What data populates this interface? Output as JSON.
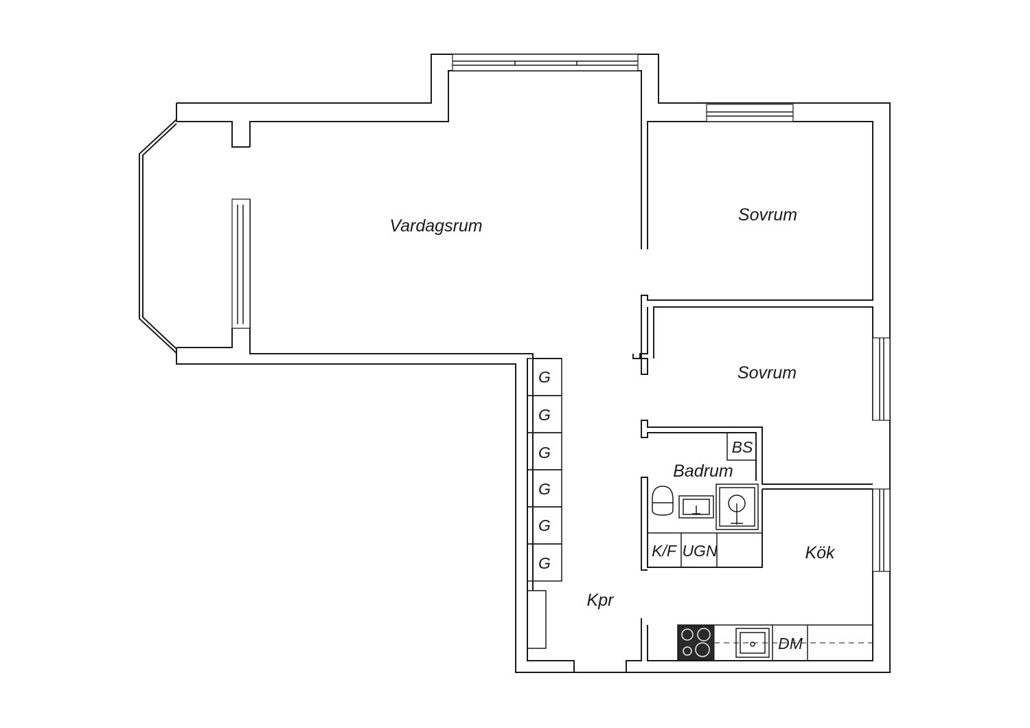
{
  "rooms": {
    "living": "Vardagsrum",
    "bedroom_1": "Sovrum",
    "bedroom_2": "Sovrum",
    "bathroom": "Badrum",
    "kitchen": "Kök",
    "hallway": "Kpr"
  },
  "fixtures": {
    "wardrobes": [
      "G",
      "G",
      "G",
      "G",
      "G",
      "G"
    ],
    "laundry": "BS",
    "fridge_freezer": "K/F",
    "oven": "UGN",
    "dishwasher": "DM"
  },
  "icons": [
    "toilet-icon",
    "washbasin-icon",
    "shower-icon",
    "stove-icon",
    "kitchen-sink-icon"
  ]
}
